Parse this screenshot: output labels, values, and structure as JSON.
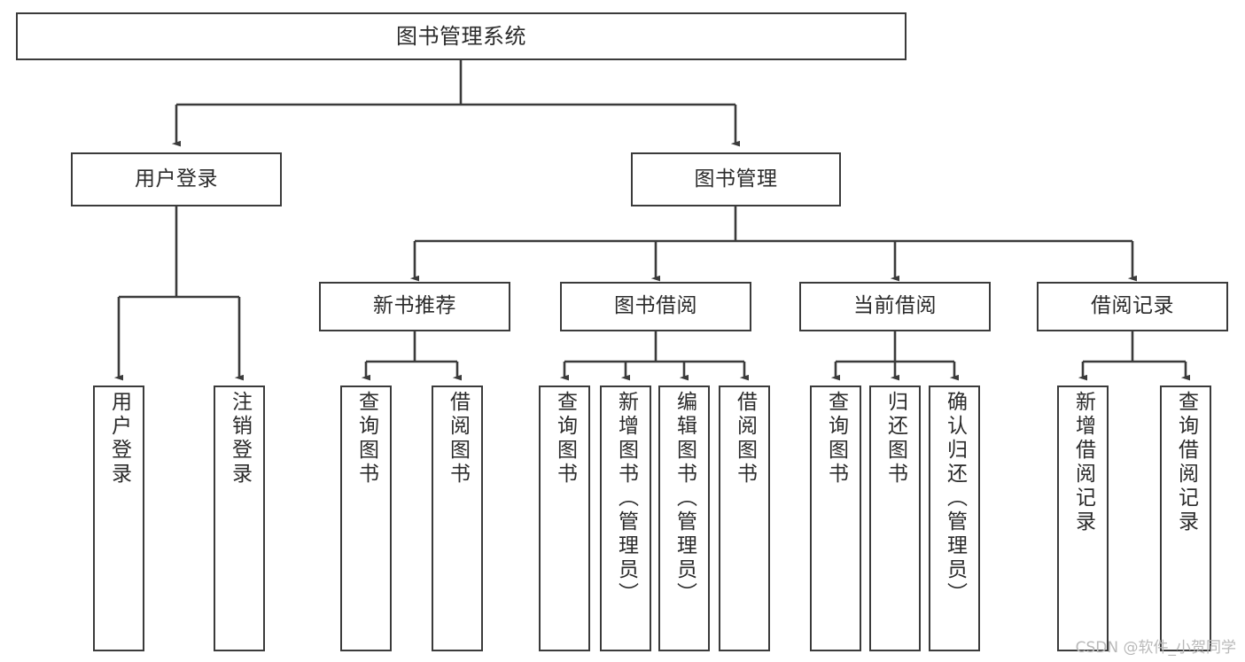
{
  "diagram": {
    "title": "图书管理系统",
    "type": "tree-hierarchy",
    "watermark": "CSDN @软件_小贺同学",
    "colors": {
      "box_border": "#3b3b3b",
      "box_fill": "#ffffff",
      "edge": "#3b3b3b",
      "text": "#2b2b2b",
      "watermark": "#b9b9b9",
      "background": "#ffffff"
    },
    "root": {
      "id": "root",
      "label": "图书管理系统"
    },
    "level2": [
      {
        "id": "user-login",
        "label": "用户登录"
      },
      {
        "id": "book-manage",
        "label": "图书管理"
      }
    ],
    "level3": [
      {
        "id": "new-book-recommend",
        "label": "新书推荐",
        "parent": "book-manage"
      },
      {
        "id": "book-borrow",
        "label": "图书借阅",
        "parent": "book-manage"
      },
      {
        "id": "current-borrow",
        "label": "当前借阅",
        "parent": "book-manage"
      },
      {
        "id": "borrow-record",
        "label": "借阅记录",
        "parent": "book-manage"
      }
    ],
    "leaves": {
      "user-login": [
        {
          "id": "leaf-user-login",
          "label": "用户登录"
        },
        {
          "id": "leaf-user-logout",
          "label": "注销登录"
        }
      ],
      "new-book-recommend": [
        {
          "id": "leaf-query-book-1",
          "label": "查询图书"
        },
        {
          "id": "leaf-borrow-book-1",
          "label": "借阅图书"
        }
      ],
      "book-borrow": [
        {
          "id": "leaf-query-book-2",
          "label": "查询图书"
        },
        {
          "id": "leaf-add-book",
          "label": "新增图书（管理员）"
        },
        {
          "id": "leaf-edit-book",
          "label": "编辑图书（管理员）"
        },
        {
          "id": "leaf-borrow-book-2",
          "label": "借阅图书"
        }
      ],
      "current-borrow": [
        {
          "id": "leaf-query-book-3",
          "label": "查询图书"
        },
        {
          "id": "leaf-return-book",
          "label": "归还图书"
        },
        {
          "id": "leaf-confirm-return",
          "label": "确认归还（管理员）"
        }
      ],
      "borrow-record": [
        {
          "id": "leaf-add-record",
          "label": "新增借阅记录"
        },
        {
          "id": "leaf-query-record",
          "label": "查询借阅记录"
        }
      ]
    }
  }
}
